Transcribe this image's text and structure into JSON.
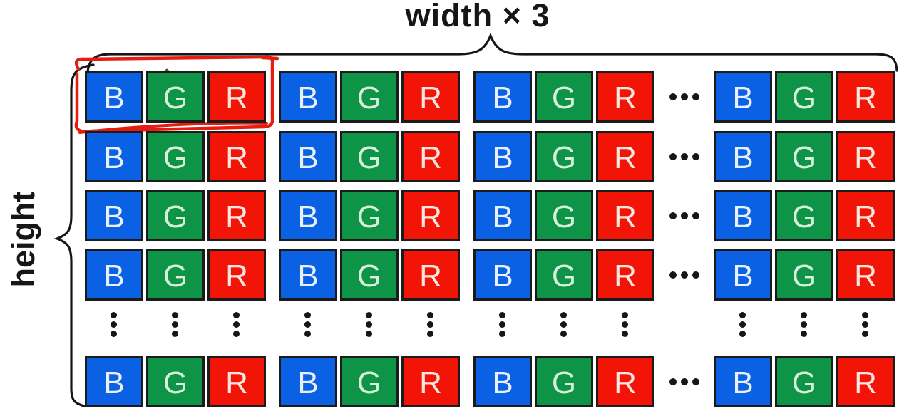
{
  "title": {
    "width_label": "width × 3"
  },
  "side": {
    "height_label": "height"
  },
  "grid": {
    "channels": [
      {
        "name": "blue-channel",
        "letter": "B",
        "fill": "#0b61e3",
        "letter_color": "#e8f1fb"
      },
      {
        "name": "green-channel",
        "letter": "G",
        "fill": "#0d9447",
        "letter_color": "#d7efdb"
      },
      {
        "name": "red-channel",
        "letter": "R",
        "fill": "#f21507",
        "letter_color": "#fde7e0"
      }
    ],
    "groups_per_row": 4,
    "row_types": [
      "bgr",
      "bgr",
      "bgr",
      "bgr",
      "vdots",
      "bgr"
    ],
    "h_ellipsis_between_groups": [
      3,
      4
    ],
    "h_ellipsis_dot_count": 3,
    "v_ellipsis_dot_count": 3
  },
  "annotation": {
    "highlight_color": "#e41d10"
  },
  "colors": {
    "ink": "#161616",
    "background": "#ffffff",
    "cell_border": "#1b1b1b"
  }
}
